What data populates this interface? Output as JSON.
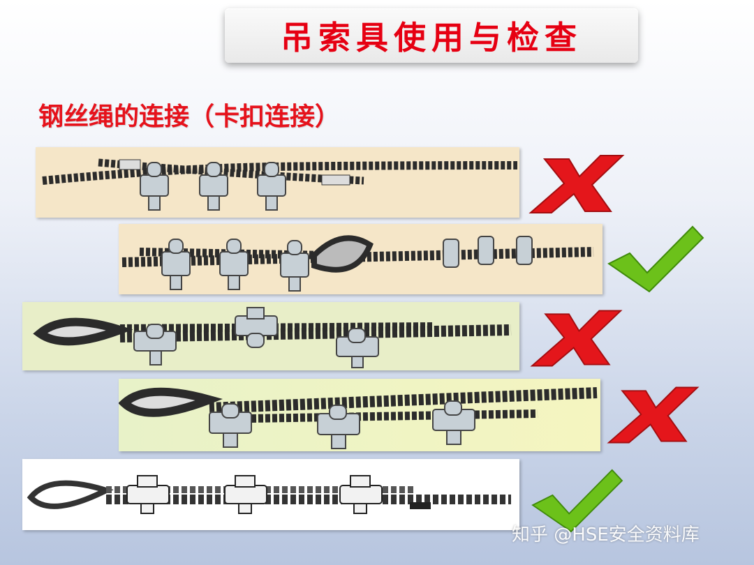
{
  "title": "吊索具使用与检查",
  "subtitle": "钢丝绳的连接（卡扣连接）",
  "panels": [
    {
      "result": "incorrect",
      "result_icon": "red-cross-icon"
    },
    {
      "result": "correct",
      "result_icon": "green-check-icon"
    },
    {
      "result": "incorrect",
      "result_icon": "red-cross-icon"
    },
    {
      "result": "incorrect",
      "result_icon": "red-cross-icon"
    },
    {
      "result": "correct",
      "result_icon": "green-check-icon"
    }
  ],
  "watermark": "知乎 @HSE安全资料库",
  "colors": {
    "title_red": "#e60012",
    "cross_red": "#e4161b",
    "check_green": "#6cc11a",
    "rope": "#2b2b2b",
    "clip_metal": "#c7d0d6"
  }
}
